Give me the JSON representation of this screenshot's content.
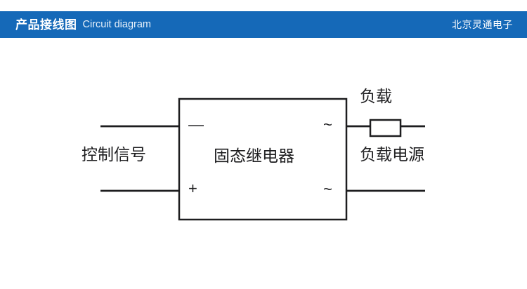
{
  "header": {
    "title_cn": "产品接线图",
    "title_en": "Circuit diagram",
    "brand": "北京灵通电子",
    "bar_color": "#1569b8",
    "text_color": "#ffffff"
  },
  "diagram": {
    "type": "circuit-wiring-diagram",
    "line_color": "#1d1d1f",
    "text_color": "#1d1d1f",
    "background": "#ffffff",
    "main_block": {
      "label": "固态继电器",
      "terminals": {
        "input_negative": "—",
        "input_positive": "+",
        "output_ac_top": "~",
        "output_ac_bottom": "~"
      }
    },
    "labels": {
      "control_signal": "控制信号",
      "load": "负载",
      "load_power": "负载电源"
    },
    "components": [
      {
        "name": "load-resistor",
        "shape": "rectangle",
        "label": "负载"
      }
    ]
  }
}
